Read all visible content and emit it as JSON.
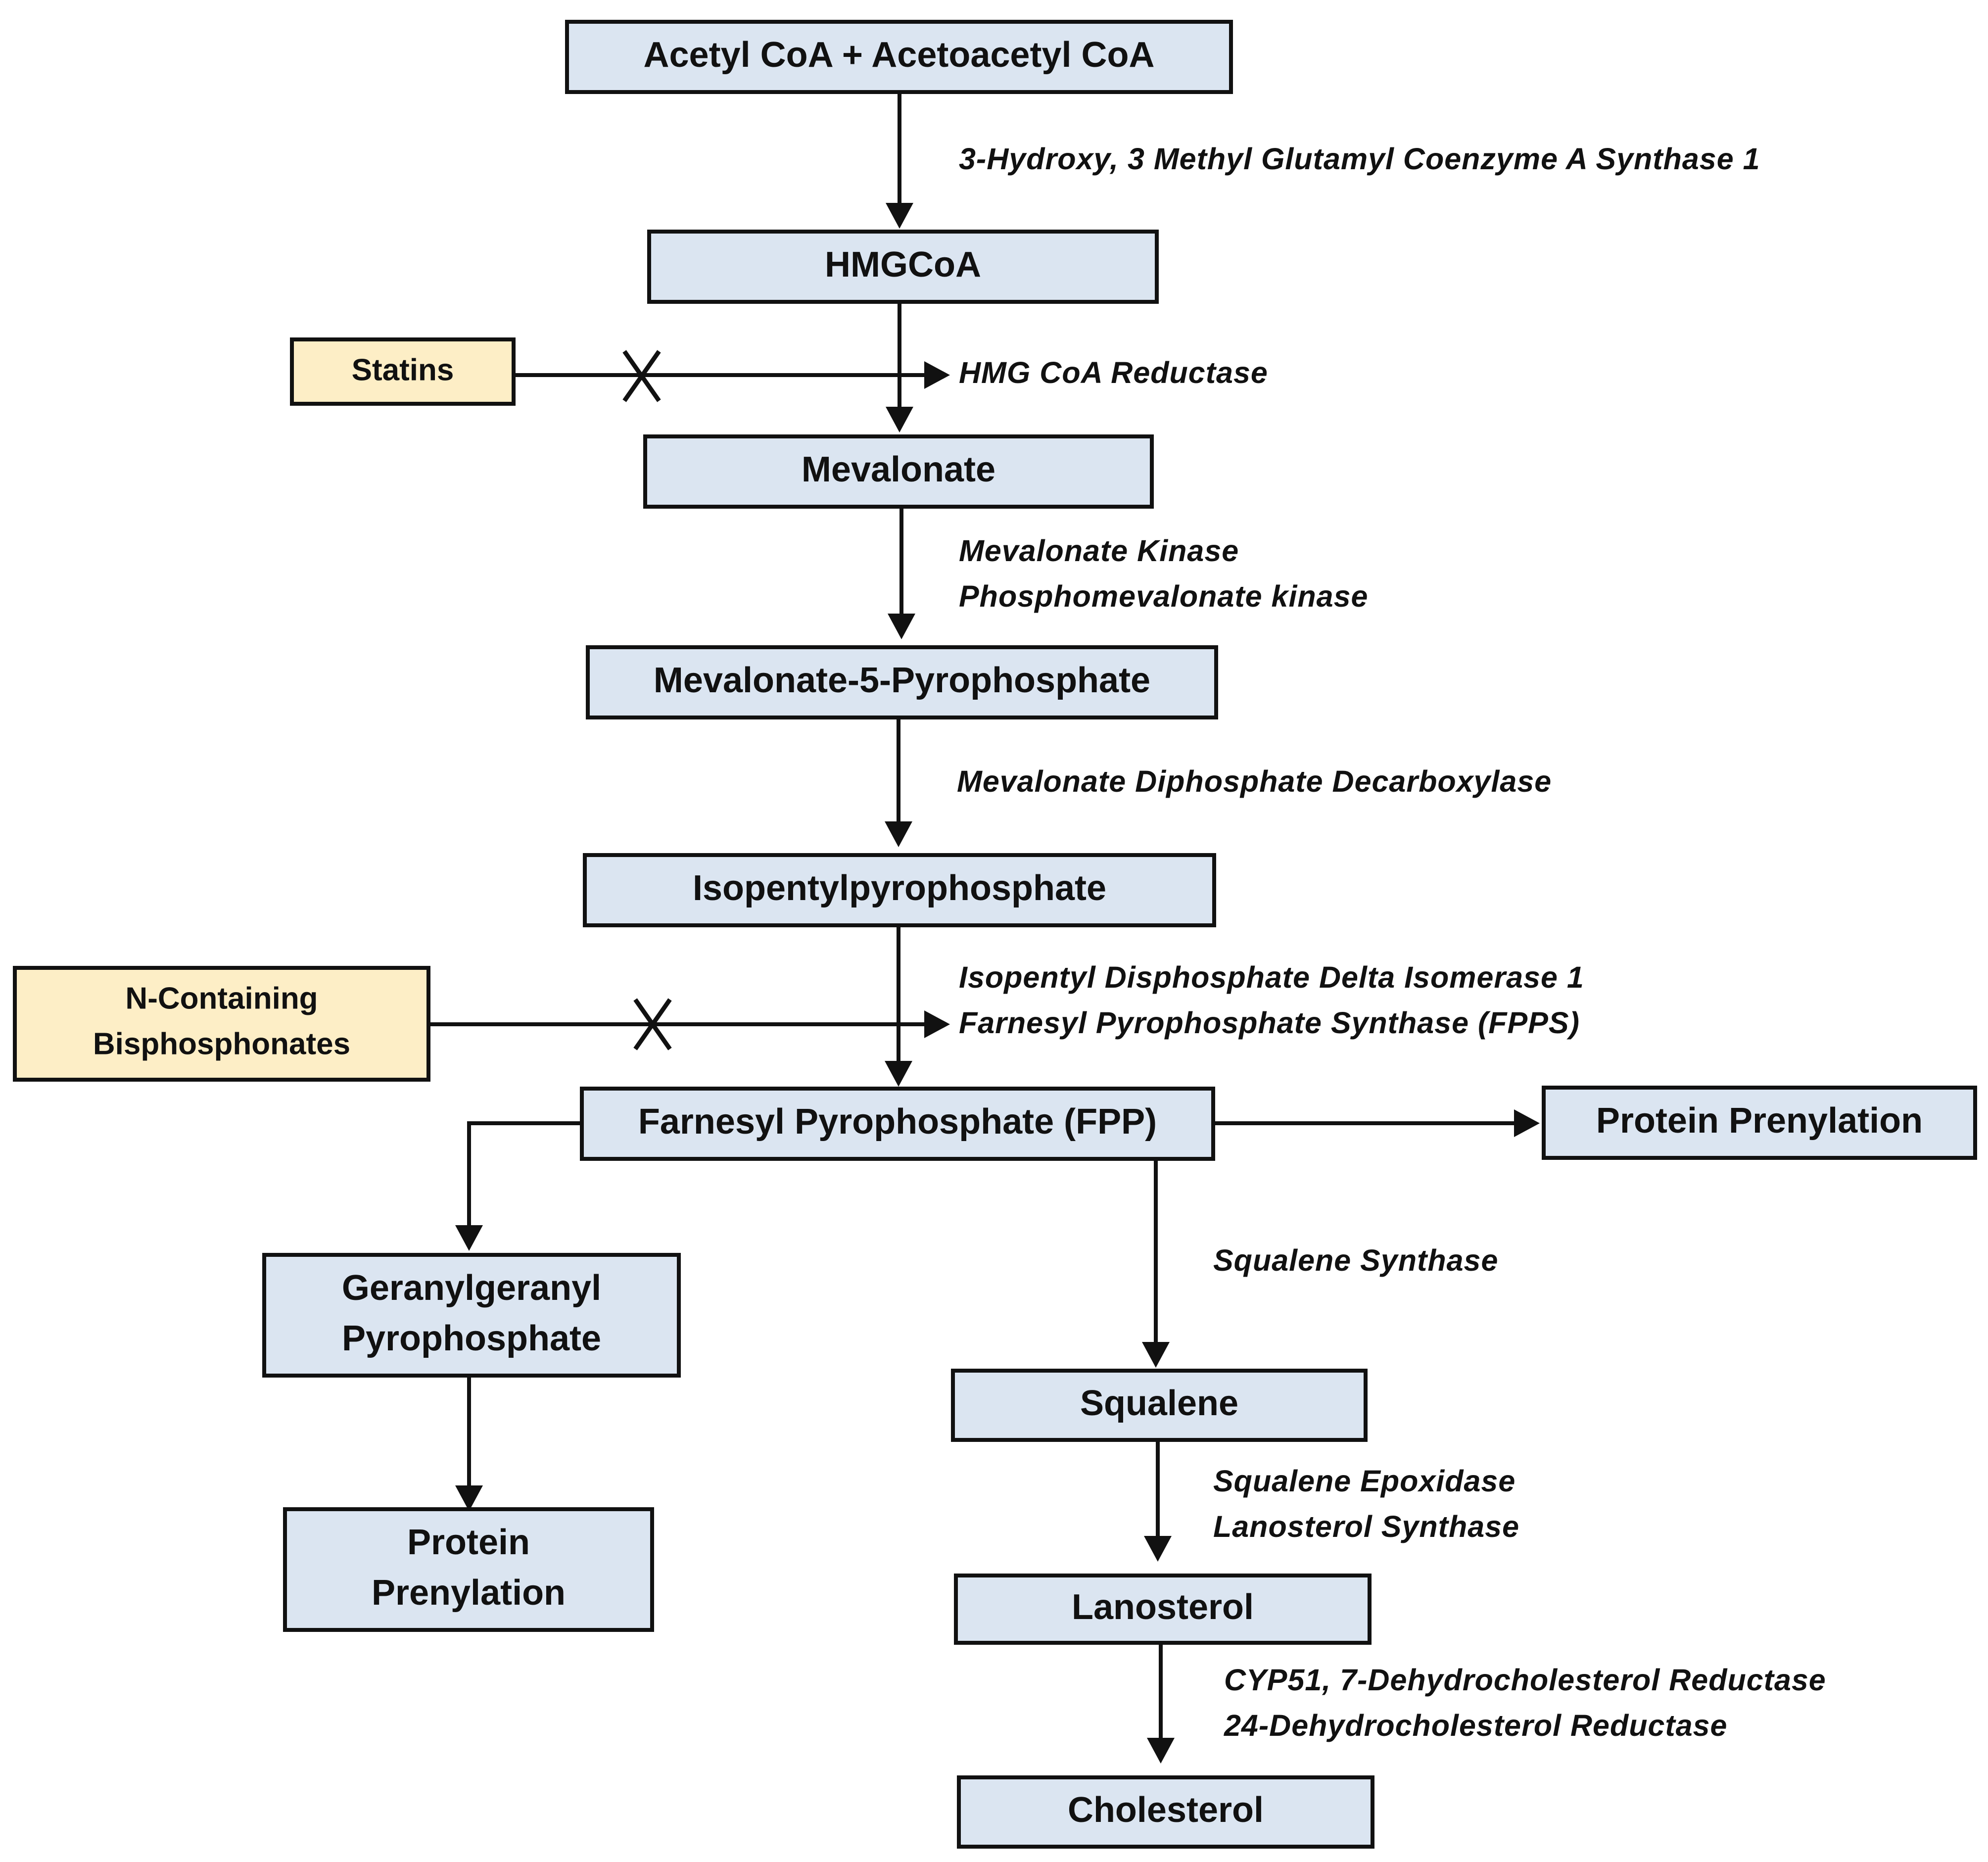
{
  "colors": {
    "metabolite_fill": "#dbe5f1",
    "inhibitor_fill": "#fdeec6",
    "stroke": "#111111",
    "background": "#ffffff"
  },
  "nodes": {
    "acetyl_coa": "Acetyl CoA + Acetoacetyl CoA",
    "hmgcoa": "HMGCoA",
    "mevalonate": "Mevalonate",
    "mevalonate_5pp": "Mevalonate-5-Pyrophosphate",
    "ipp": "Isopentylpyrophosphate",
    "fpp": "Farnesyl Pyrophosphate (FPP)",
    "prenylation_right": "Protein Prenylation",
    "ggpp": [
      "Geranylgeranyl",
      "Pyrophosphate"
    ],
    "prenylation_left": [
      "Protein",
      "Prenylation"
    ],
    "squalene": "Squalene",
    "lanosterol": "Lanosterol",
    "cholesterol": "Cholesterol"
  },
  "inhibitors": {
    "statins": "Statins",
    "bisphosphonates": [
      "N-Containing",
      "Bisphosphonates"
    ]
  },
  "enzymes": {
    "hmgcs1": "3-Hydroxy, 3 Methyl Glutamyl Coenzyme A Synthase 1",
    "hmgcr": "HMG CoA Reductase",
    "mvk": "Mevalonate Kinase",
    "pmvk": "Phosphomevalonate kinase",
    "mvd": "Mevalonate Diphosphate Decarboxylase",
    "idi1": "Isopentyl Disphosphate Delta Isomerase 1",
    "fpps": "Farnesyl Pyrophosphate Synthase (FPPS)",
    "sqs": "Squalene Synthase",
    "sqle": "Squalene Epoxidase",
    "lss": "Lanosterol Synthase",
    "cyp51": "CYP51, 7-Dehydrocholesterol Reductase",
    "dhcr24": "24-Dehydrocholesterol Reductase"
  },
  "inhibition_marks": {
    "statins": "X",
    "bisphosphonates": "X"
  }
}
